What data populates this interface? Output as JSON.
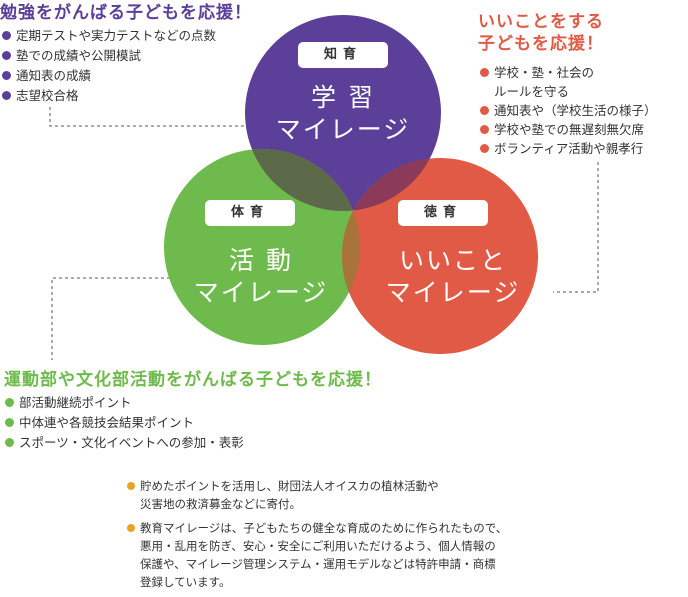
{
  "colors": {
    "purple": "#5b3f98",
    "green": "#6fba4c",
    "red": "#e05a46",
    "gold": "#e6a325",
    "purple_green_overlap": "#5d6a4a",
    "purple_red_overlap": "#8c3a5a",
    "green_red_overlap": "#a8743a"
  },
  "study": {
    "heading": "勉強をがんばる子どもを応援！",
    "items": [
      "定期テストや実力テストなどの点数",
      "塾での成績や公開模試",
      "通知表の成績",
      "志望校合格"
    ]
  },
  "good": {
    "heading_line1": "いいことをする",
    "heading_line2": "子どもを応援！",
    "items": [
      "学校・塾・社会の\nルールを守る",
      "通知表や（学校生活の様子）",
      "学校や塾での無遅刻無欠席",
      "ボランティア活動や親孝行"
    ]
  },
  "activity": {
    "heading": "運動部や文化部活動をがんばる子どもを応援！",
    "items": [
      "部活動継続ポイント",
      "中体連や各競技会結果ポイント",
      "スポーツ・文化イベントへの参加・表彰"
    ]
  },
  "circles": {
    "study": {
      "tag": "知育",
      "line1": "学 習",
      "line2": "マイレージ"
    },
    "activity": {
      "tag": "体育",
      "line1": "活 動",
      "line2": "マイレージ"
    },
    "good": {
      "tag": "徳育",
      "line1": "いいこと",
      "line2": "マイレージ"
    }
  },
  "notes": [
    "貯めたポイントを活用し、財団法人オイスカの植林活動や\n災害地の救済募金などに寄付。",
    "教育マイレージは、子どもたちの健全な育成のために作られたもので、\n悪用・乱用を防ぎ、安心・安全にご利用いただけるよう、個人情報の\n保護や、マイレージ管理システム・運用モデルなどは特許申請・商標\n登録しています。"
  ]
}
